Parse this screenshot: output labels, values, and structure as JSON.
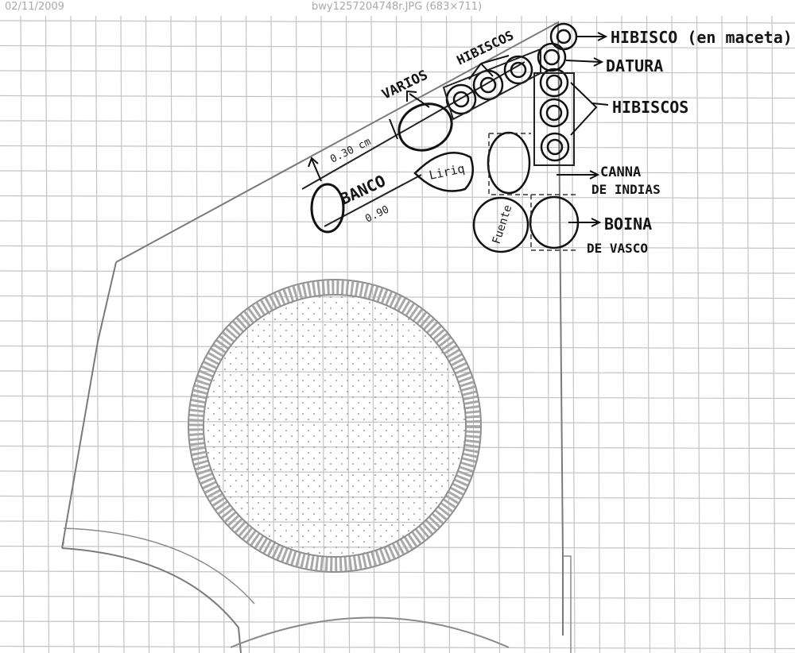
{
  "header": {
    "date": "02/11/2009",
    "filename": "bwy1257204748r.JPG (683×711)"
  },
  "plan": {
    "labels": {
      "hibisco_maceta": "HIBISCO (en maceta)",
      "datura": "DATURA",
      "hibiscos_right": "HIBISCOS",
      "hibiscos_top": "HIBISCOS",
      "varios": "VARIOS",
      "banco": "BANCO",
      "dim_top": "0.30 cm",
      "dim_bottom": "0.90",
      "lirio": "Liriq",
      "canna_line1": "CANNA",
      "canna_line2": "DE INDIAS",
      "fuente": "Fuente",
      "boina_line1": "BOINA",
      "boina_line2": "DE VASCO"
    }
  }
}
